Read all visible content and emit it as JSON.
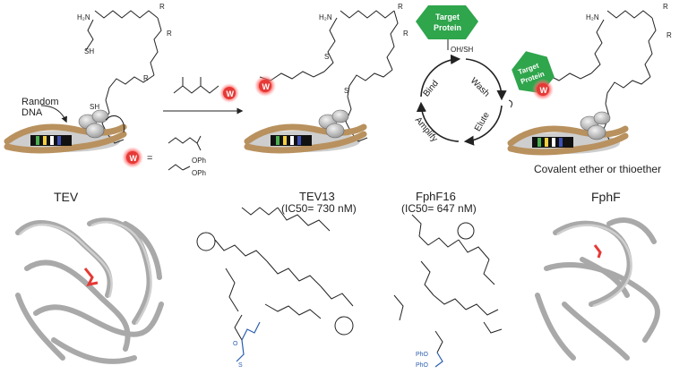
{
  "panel_top": {
    "random_dna_label": "Random\nDNA",
    "warhead_letter": "W",
    "equals": "=",
    "ph_group_a": "OPh",
    "ph_group_b": "OPh",
    "target_protein_label": "Target\nProtein",
    "target_protein_label2": "Target\nProtein",
    "oh_sh_label": "OH/SH",
    "cycle_steps": [
      "Bind",
      "Wash",
      "Elute",
      "Amplify"
    ],
    "result_caption": "Covalent ether or thioether",
    "atom_labels": [
      "SH",
      "H2N",
      "O",
      "N",
      "H",
      "R",
      "S",
      "N",
      "O"
    ]
  },
  "panel_bottom": {
    "tev_title": "TEV",
    "tev13_title": "TEV13",
    "tev13_ic50": "(IC50= 730 nM)",
    "fphf16_title": "FphF16",
    "fphf16_ic50": "(IC50= 647 nM)",
    "fphf_title": "FphF",
    "ph_o_a": "PhO",
    "ph_o_b": "PhO"
  },
  "colors": {
    "warhead_red": "#e53935",
    "target_green": "#2fa54c",
    "dna_brown": "#b8915e",
    "bead_gray": "#c9c9c9",
    "blue_warhead": "#2a5db0",
    "ribbon_gray": "#b5b5b5"
  }
}
